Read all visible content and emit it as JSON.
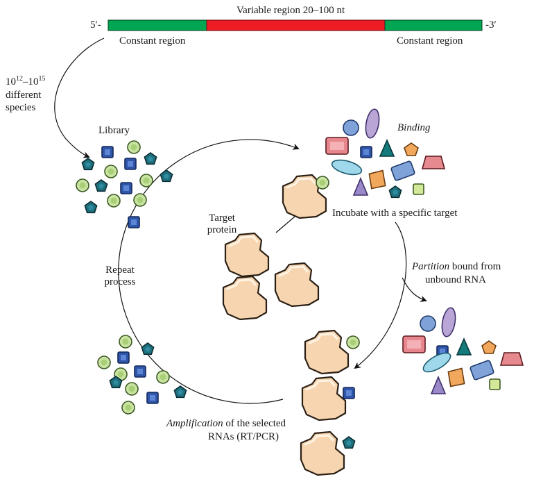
{
  "strand": {
    "variable_label": "Variable region 20–100 nt",
    "five_prime": "5′-",
    "three_prime": "-3′",
    "constant_left": "Constant region",
    "constant_right": "Constant region"
  },
  "diversity": {
    "base1": "10",
    "exp1": "12",
    "dash": "–10",
    "exp2": "15",
    "line2": "different",
    "line3": "species"
  },
  "library_label": "Library",
  "binding_label": "Binding",
  "incubate_label": "Incubate with a specific target",
  "target_label": [
    "Target",
    "protein"
  ],
  "repeat_label": [
    "Repeat",
    "process"
  ],
  "partition": {
    "italic": "Partition",
    "rest": " bound from",
    "line2": "unbound RNA"
  },
  "amplification": {
    "italic": "Amplification",
    "rest": " of the selected",
    "line2": "RNAs (RT/PCR)"
  },
  "colors": {
    "constant": "#00a651",
    "variable": "#ee1c25",
    "protein": "#f6d5b0",
    "pentagon": "#1f6f7d",
    "square": "#2f55a8",
    "circle": "#c9e3a2",
    "ellipse": "#b9a6d6",
    "rect": "#e8868e",
    "triangle_teal": "#147a7c",
    "orange": "#f2a85c",
    "cyan": "#9fd8ea",
    "blue_rect": "#7fa3d9",
    "trapezoid": "#e68a8f",
    "lime": "#d4e89a",
    "purple_tri": "#9a88c8"
  }
}
